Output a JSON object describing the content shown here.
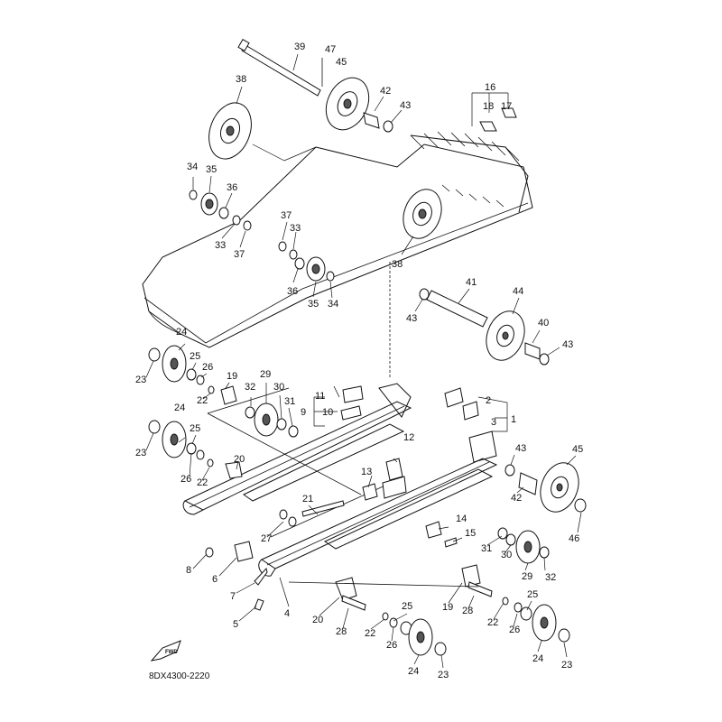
{
  "diagram": {
    "code": "8DX4300-2220",
    "fwd_label": "FWD"
  },
  "labels": [
    {
      "id": "l39",
      "text": "39"
    },
    {
      "id": "l47",
      "text": "47"
    },
    {
      "id": "l45a",
      "text": "45"
    },
    {
      "id": "l38a",
      "text": "38"
    },
    {
      "id": "l42a",
      "text": "42"
    },
    {
      "id": "l43a",
      "text": "43"
    },
    {
      "id": "l16",
      "text": "16"
    },
    {
      "id": "l18",
      "text": "18"
    },
    {
      "id": "l17",
      "text": "17"
    },
    {
      "id": "l34a",
      "text": "34"
    },
    {
      "id": "l35a",
      "text": "35"
    },
    {
      "id": "l36a",
      "text": "36"
    },
    {
      "id": "l33a",
      "text": "33"
    },
    {
      "id": "l37a",
      "text": "37"
    },
    {
      "id": "l37b",
      "text": "37"
    },
    {
      "id": "l33b",
      "text": "33"
    },
    {
      "id": "l38b",
      "text": "38"
    },
    {
      "id": "l36b",
      "text": "36"
    },
    {
      "id": "l35b",
      "text": "35"
    },
    {
      "id": "l34b",
      "text": "34"
    },
    {
      "id": "l41",
      "text": "41"
    },
    {
      "id": "l44",
      "text": "44"
    },
    {
      "id": "l43b",
      "text": "43"
    },
    {
      "id": "l40",
      "text": "40"
    },
    {
      "id": "l43c",
      "text": "43"
    },
    {
      "id": "l24a",
      "text": "24"
    },
    {
      "id": "l23a",
      "text": "23"
    },
    {
      "id": "l25a",
      "text": "25"
    },
    {
      "id": "l26a",
      "text": "26"
    },
    {
      "id": "l22a",
      "text": "22"
    },
    {
      "id": "l19a",
      "text": "19"
    },
    {
      "id": "l32a",
      "text": "32"
    },
    {
      "id": "l29a",
      "text": "29"
    },
    {
      "id": "l30a",
      "text": "30"
    },
    {
      "id": "l31a",
      "text": "31"
    },
    {
      "id": "l11",
      "text": "11"
    },
    {
      "id": "l9",
      "text": "9"
    },
    {
      "id": "l10",
      "text": "10"
    },
    {
      "id": "l2",
      "text": "2"
    },
    {
      "id": "l3",
      "text": "3"
    },
    {
      "id": "l1",
      "text": "1"
    },
    {
      "id": "l24b",
      "text": "24"
    },
    {
      "id": "l23b",
      "text": "23"
    },
    {
      "id": "l25b",
      "text": "25"
    },
    {
      "id": "l26b",
      "text": "26"
    },
    {
      "id": "l22b",
      "text": "22"
    },
    {
      "id": "l20a",
      "text": "20"
    },
    {
      "id": "l12",
      "text": "12"
    },
    {
      "id": "l43d",
      "text": "43"
    },
    {
      "id": "l45b",
      "text": "45"
    },
    {
      "id": "l13",
      "text": "13"
    },
    {
      "id": "l42b",
      "text": "42"
    },
    {
      "id": "l21",
      "text": "21"
    },
    {
      "id": "l27",
      "text": "27"
    },
    {
      "id": "l14",
      "text": "14"
    },
    {
      "id": "l46",
      "text": "46"
    },
    {
      "id": "l15",
      "text": "15"
    },
    {
      "id": "l31b",
      "text": "31"
    },
    {
      "id": "l30b",
      "text": "30"
    },
    {
      "id": "l29b",
      "text": "29"
    },
    {
      "id": "l32b",
      "text": "32"
    },
    {
      "id": "l8",
      "text": "8"
    },
    {
      "id": "l6",
      "text": "6"
    },
    {
      "id": "l7",
      "text": "7"
    },
    {
      "id": "l5",
      "text": "5"
    },
    {
      "id": "l4",
      "text": "4"
    },
    {
      "id": "l19b",
      "text": "19"
    },
    {
      "id": "l28a",
      "text": "28"
    },
    {
      "id": "l25c",
      "text": "25"
    },
    {
      "id": "l22c",
      "text": "22"
    },
    {
      "id": "l26c",
      "text": "26"
    },
    {
      "id": "l20b",
      "text": "20"
    },
    {
      "id": "l28b",
      "text": "28"
    },
    {
      "id": "l22d",
      "text": "22"
    },
    {
      "id": "l26d",
      "text": "26"
    },
    {
      "id": "l25d",
      "text": "25"
    },
    {
      "id": "l24c",
      "text": "24"
    },
    {
      "id": "l23c",
      "text": "23"
    },
    {
      "id": "l24d",
      "text": "24"
    },
    {
      "id": "l23d",
      "text": "23"
    }
  ]
}
